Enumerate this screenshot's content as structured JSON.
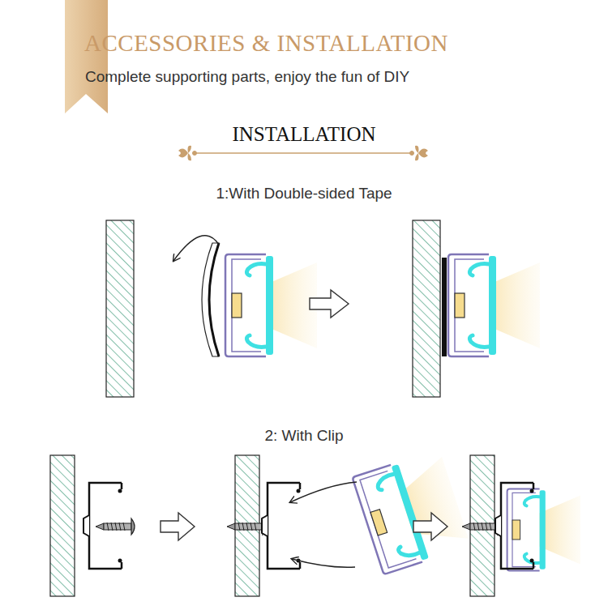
{
  "diagram": {
    "title": "ACCESSORIES & INSTALLATION",
    "labels": [
      "Complete supporting parts, enjoy the fun of DIY",
      "INSTALLATION",
      "1:With Double-sided Tape",
      "2: With Clip"
    ]
  }
}
